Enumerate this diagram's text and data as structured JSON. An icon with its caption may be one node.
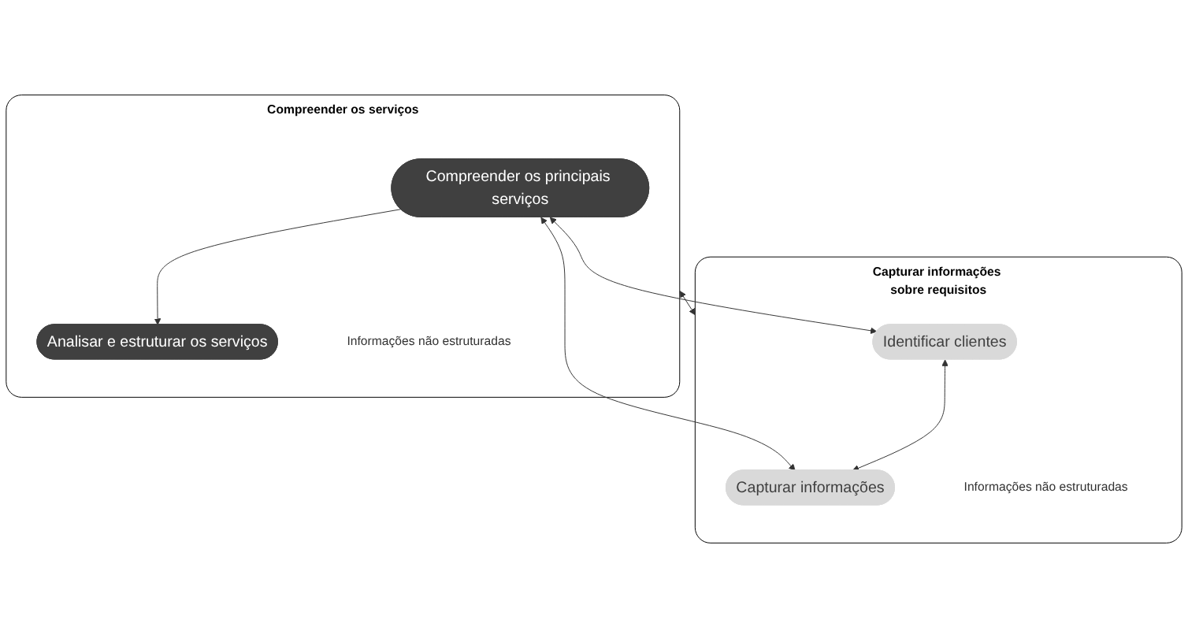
{
  "diagram": {
    "nodes": [
      {
        "text": [
          "Compreender os serviços",
          "Informações não estruturadas"
        ]
      },
      {
        "text": [
          "Compreender os principais serviços"
        ],
        "in": 0
      },
      {
        "text": [
          "Analisar e estruturar os serviços"
        ],
        "in": 0
      },
      {
        "text": [
          "Capturar informações sobre requisitos",
          "Informações não estruturadas"
        ]
      },
      {
        "text": [
          "Identificar clientes"
        ],
        "in": 3
      },
      {
        "text": [
          "Capturar informações"
        ],
        "in": 3
      }
    ],
    "edges": [
      {
        "from": 0,
        "to": 3,
        "arrow": "both"
      },
      {
        "from": 1,
        "to": 4,
        "arrow": "both"
      },
      {
        "from": 1,
        "to": 5,
        "arrow": "both"
      },
      {
        "from": 4,
        "to": 5,
        "arrow": "both"
      },
      {
        "from": 1,
        "to": 2,
        "arrow": "to"
      }
    ]
  }
}
